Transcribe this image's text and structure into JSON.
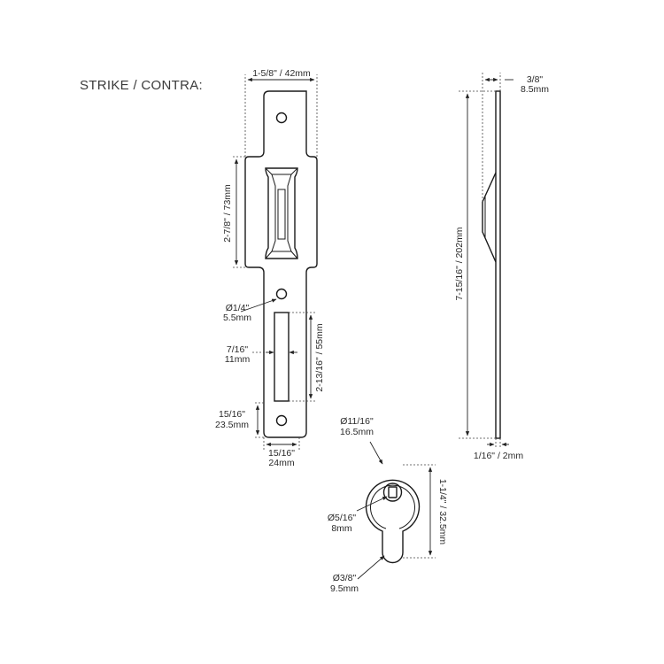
{
  "title": "STRIKE / CONTRA:",
  "dimensions": {
    "top_width": "1-5/8\" / 42mm",
    "box_height": "2-7/8\" / 73mm",
    "hole_dia_a": "Ø1/4\"",
    "hole_dia_b": "5.5mm",
    "slot_width_a": "7/16\"",
    "slot_width_b": "11mm",
    "slot_length": "2-13/16\" / 55mm",
    "end_height_a": "15/16\"",
    "end_height_b": "23.5mm",
    "bottom_width_a": "15/16\"",
    "bottom_width_b": "24mm",
    "thickness_a": "3/8\"",
    "thickness_b": "8.5mm",
    "total_length": "7-15/16\" / 202mm",
    "plate_thickness": "1/16\" / 2mm",
    "cap_outer_a": "Ø11/16\"",
    "cap_outer_b": "16.5mm",
    "cap_height": "1-1/4\" / 32.5mm",
    "cap_hole_a": "Ø5/16\"",
    "cap_hole_b": "8mm",
    "cap_neck_a": "Ø3/8\"",
    "cap_neck_b": "9.5mm"
  }
}
